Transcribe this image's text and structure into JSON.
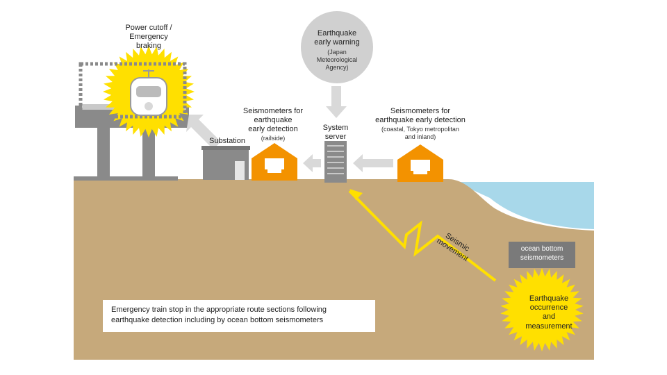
{
  "labels": {
    "power_cutoff": [
      "Power cutoff /",
      "Emergency",
      "braking"
    ],
    "eew_title": [
      "Earthquake",
      "early warning"
    ],
    "eew_sub": [
      "(Japan",
      "Meteorological",
      "Agency)"
    ],
    "seis_railside_title": [
      "Seismometers for",
      "earthquake",
      "early detection"
    ],
    "seis_railside_sub": "(railside)",
    "system_server": [
      "System",
      "server"
    ],
    "seis_coastal_title": [
      "Seismometers for",
      "earthquake early detection"
    ],
    "seis_coastal_sub": [
      "(coastal, Tokyo metropolitan",
      "and inland)"
    ],
    "substation": "Substation",
    "seismic_movement": [
      "Seismic",
      "movement"
    ],
    "ocean_bottom": [
      "ocean bottom",
      "seismometers"
    ],
    "eq_occurrence": [
      "Earthquake",
      "occurrence",
      "and",
      "measurement"
    ],
    "caption": [
      "Emergency train stop in the appropriate route sections following",
      "earthquake detection including by ocean bottom  seismometers"
    ]
  },
  "colors": {
    "ground": "#c6a97b",
    "sea": "#a8d8ea",
    "gray": "#8a8a8a",
    "light_gray": "#d0d0d0",
    "orange": "#f39200",
    "yellow": "#ffe000",
    "arrow_gray": "#d9d9d9"
  }
}
